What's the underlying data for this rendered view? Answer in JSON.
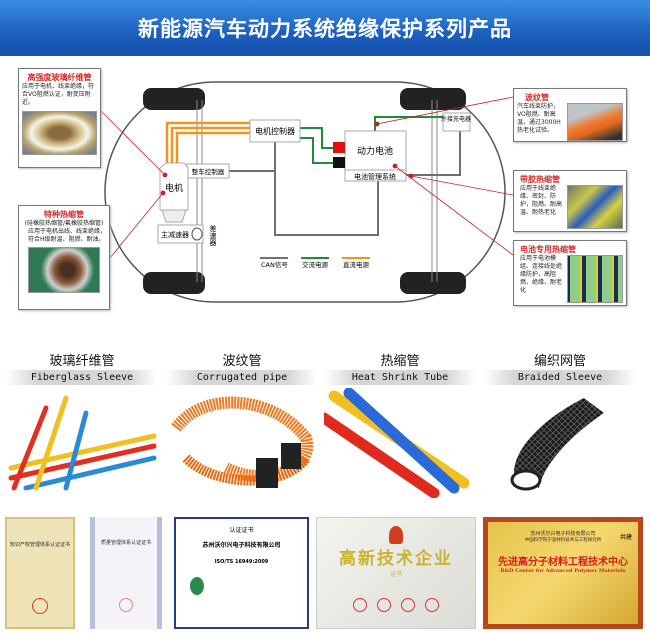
{
  "header": {
    "title": "新能源汽车动力系统绝缘保护系列产品"
  },
  "diagram": {
    "motor_controller": "电机控制器",
    "vehicle_controller": "整车控制器",
    "motor": "电机",
    "power_battery": "动力电池",
    "bms": "电池管理系统",
    "main_reducer": "主减速器",
    "differential": "差速器",
    "external_charger": "外接充电器",
    "legend": [
      {
        "label": "CAN信号",
        "color": "#707070"
      },
      {
        "label": "交流电源",
        "color": "#1e8c3a"
      },
      {
        "label": "直流电源",
        "color": "#f0961e"
      }
    ]
  },
  "callouts": [
    {
      "title": "高强度玻璃纤维管",
      "desc": "应用于电机、线束绝缘，符合VO阻燃认证，耐变压附近。"
    },
    {
      "title": "特种热缩管",
      "subtitle": "(硅橡胶热缩管/氟橡胶热缩管)",
      "desc": "应用于电机出线、线束绝缘，符合H级耐温、阻燃、耐油。"
    },
    {
      "title": "波纹管",
      "desc": "汽车线束防护，VO阻燃、耐高温，通过3000H热老化试验。"
    },
    {
      "title": "带胶热缩管",
      "desc": "应用于线束绝缘、密封、防护，阻燃、耐高温、耐热老化"
    },
    {
      "title": "电池专用热缩管",
      "desc": "应用于电池模组、连接线处绝缘防护，高阻燃、绝缘、耐老化"
    }
  ],
  "products": [
    {
      "cn": "玻璃纤维管",
      "en": "Fiberglass Sleeve"
    },
    {
      "cn": "波纹管",
      "en": "Corrugated pipe"
    },
    {
      "cn": "热缩管",
      "en": "Heat Shrink Tube"
    },
    {
      "cn": "编织网管",
      "en": "Braided Sleeve"
    }
  ],
  "certificates": [
    {
      "title": "知识产权管理体系认证证书"
    },
    {
      "title": "质量管理体系认证证书"
    },
    {
      "title": "认证证书",
      "company": "苏州沃尔兴电子科技有限公司",
      "standard": "ISO/TS 16949:2009"
    },
    {
      "title": "高新技术企业",
      "sub": "证书"
    },
    {
      "title": "先进高分子材料工程技术中心",
      "en": "R&D Center for Advanced Polymer Materials",
      "line1": "苏州沃尔兴电子科技有限公司",
      "line2": "中国科学院宁波材料技术与工程研究所",
      "tag": "共建"
    }
  ]
}
